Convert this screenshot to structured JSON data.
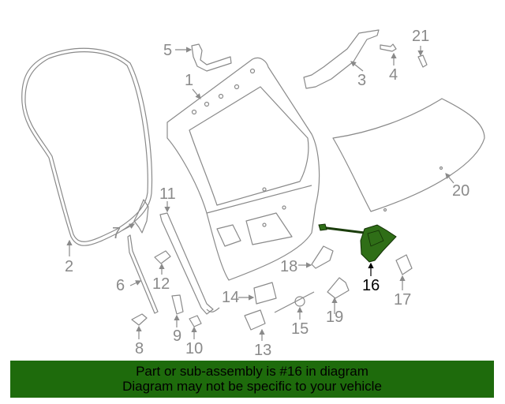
{
  "diagram": {
    "highlight_color": "#2f6e17",
    "line_color": "#8a8a8a",
    "highlighted_part": "16",
    "callouts": [
      {
        "id": "1",
        "label": "1",
        "part": "liftgate"
      },
      {
        "id": "2",
        "label": "2",
        "part": "weatherstrip"
      },
      {
        "id": "3",
        "label": "3",
        "part": "bracket"
      },
      {
        "id": "4",
        "label": "4",
        "part": "screw"
      },
      {
        "id": "5",
        "label": "5",
        "part": "hinge"
      },
      {
        "id": "6",
        "label": "6",
        "part": "lift-support"
      },
      {
        "id": "7",
        "label": "7",
        "part": "bracket"
      },
      {
        "id": "8",
        "label": "8",
        "part": "ball-stud"
      },
      {
        "id": "9",
        "label": "9",
        "part": "bumper"
      },
      {
        "id": "10",
        "label": "10",
        "part": "clip"
      },
      {
        "id": "11",
        "label": "11",
        "part": "power-strut"
      },
      {
        "id": "12",
        "label": "12",
        "part": "ball-stud"
      },
      {
        "id": "13",
        "label": "13",
        "part": "bracket"
      },
      {
        "id": "14",
        "label": "14",
        "part": "actuator"
      },
      {
        "id": "15",
        "label": "15",
        "part": "cable"
      },
      {
        "id": "16",
        "label": "16",
        "part": "latch"
      },
      {
        "id": "17",
        "label": "17",
        "part": "striker"
      },
      {
        "id": "18",
        "label": "18",
        "part": "switch"
      },
      {
        "id": "19",
        "label": "19",
        "part": "handle"
      },
      {
        "id": "20",
        "label": "20",
        "part": "glass"
      },
      {
        "id": "21",
        "label": "21",
        "part": "stopper"
      }
    ]
  },
  "banner": {
    "line1": "Part or sub-assembly is #16 in diagram",
    "line2": "Diagram may not be specific to your vehicle",
    "background": "#1e6b0c"
  }
}
